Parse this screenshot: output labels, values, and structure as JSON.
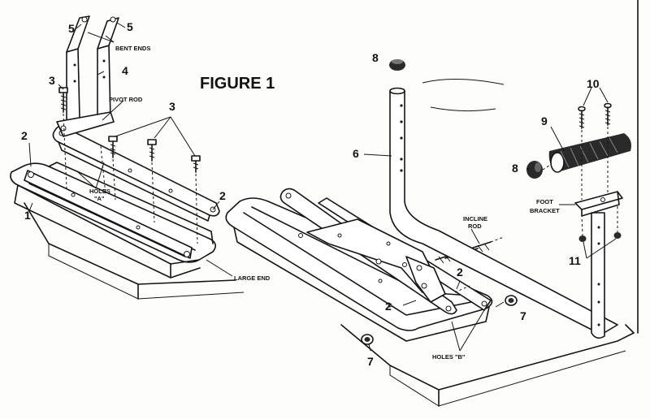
{
  "figure": {
    "title": "FIGURE 1",
    "callouts": {
      "n1": "1",
      "n2a": "2",
      "n2b": "2",
      "n2c": "2",
      "n2d": "2",
      "n3a": "3",
      "n3b": "3",
      "n4": "4",
      "n5a": "5",
      "n5b": "5",
      "n6": "6",
      "n7a": "7",
      "n7b": "7",
      "n8a": "8",
      "n8b": "8",
      "n9": "9",
      "n10": "10",
      "n11": "11"
    },
    "labels": {
      "bent_ends": "BENT ENDS",
      "pivot_rod": "PIVOT ROD",
      "holes_a_1": "HOLES",
      "holes_a_2": "\"A\"",
      "large_end": "LARGE END",
      "incline_rod_1": "INCLINE",
      "incline_rod_2": "ROD",
      "foot_bracket_1": "FOOT",
      "foot_bracket_2": "BRACKET",
      "holes_b": "HOLES \"B\""
    }
  }
}
